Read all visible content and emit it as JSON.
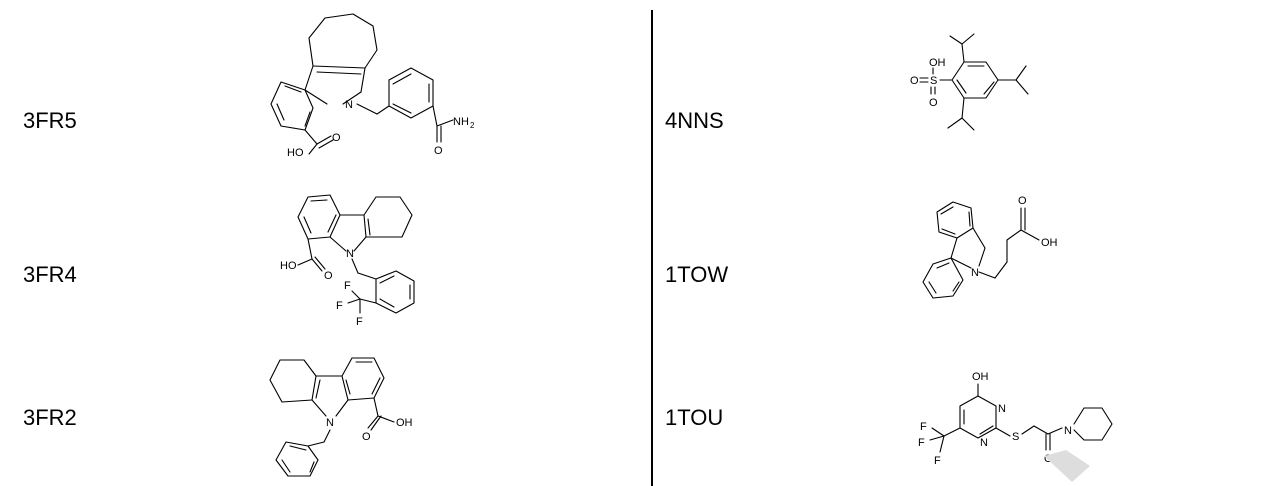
{
  "entries": [
    {
      "code": "3FR5"
    },
    {
      "code": "3FR4"
    },
    {
      "code": "3FR2"
    },
    {
      "code": "4NNS"
    },
    {
      "code": "1TOW"
    },
    {
      "code": "1TOU"
    }
  ],
  "atoms": {
    "n": "N",
    "o": "O",
    "ho": "HO",
    "oh": "OH",
    "nh2": "NH",
    "nh2_sub": "2",
    "f": "F",
    "s": "S"
  }
}
